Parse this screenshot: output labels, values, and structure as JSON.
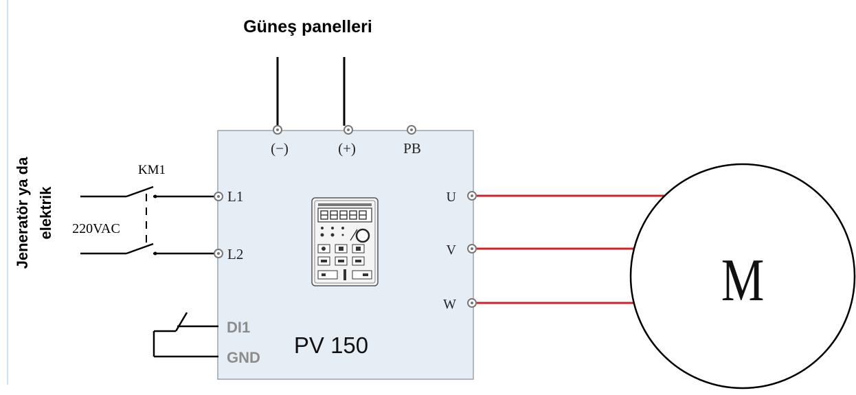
{
  "solar": {
    "title": "Güneş panelleri"
  },
  "source": {
    "label_line1": "Jeneratör ya da",
    "label_line2": "elektrik"
  },
  "contactor": {
    "label": "KM1"
  },
  "voltage": {
    "label": "220VAC"
  },
  "inverter": {
    "name": "PV 150",
    "terminals": {
      "neg": "(−)",
      "pos": "(+)",
      "pb": "PB",
      "l1": "L1",
      "l2": "L2",
      "u": "U",
      "v": "V",
      "w": "W",
      "di1": "DI1",
      "gnd": "GND"
    }
  },
  "motor": {
    "label": "M"
  },
  "colors": {
    "inverter_fill": "#e6eef5",
    "inverter_border": "#9aa4ab",
    "motor_wire": "#d0202a",
    "wire": "#000000",
    "gray_label": "#8c8c8c"
  },
  "icons": {
    "keypad": "keypad-panel-icon",
    "motor": "motor-circle-icon",
    "switch": "switch-contact-icon"
  }
}
